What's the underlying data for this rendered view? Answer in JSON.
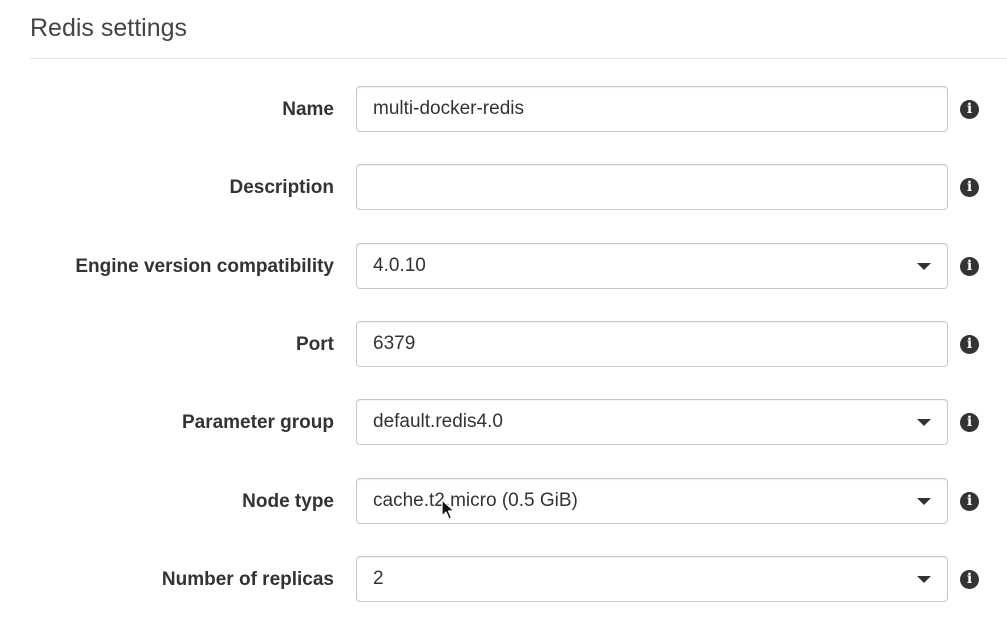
{
  "section": {
    "title": "Redis settings"
  },
  "fields": {
    "name": {
      "label": "Name",
      "value": "multi-docker-redis"
    },
    "description": {
      "label": "Description",
      "value": ""
    },
    "engine_version": {
      "label": "Engine version compatibility",
      "value": "4.0.10"
    },
    "port": {
      "label": "Port",
      "value": "6379"
    },
    "parameter_group": {
      "label": "Parameter group",
      "value": "default.redis4.0"
    },
    "node_type": {
      "label": "Node type",
      "value": "cache.t2.micro (0.5 GiB)"
    },
    "replicas": {
      "label": "Number of replicas",
      "value": "2"
    }
  },
  "icons": {
    "info": "info-icon",
    "dropdown": "chevron-down-icon",
    "cursor": "mouse-pointer-icon"
  },
  "info_glyph": "i"
}
